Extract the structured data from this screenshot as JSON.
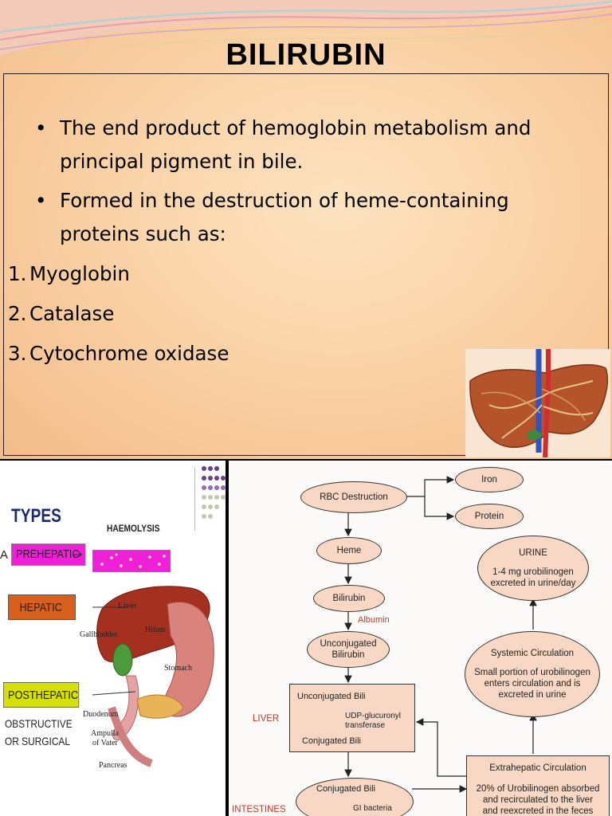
{
  "slide": {
    "title": "BILIRUBIN",
    "bullets": [
      "The end product of hemoglobin metabolism and principal pigment in bile.",
      "Formed in the destruction of heme-containing proteins such as:"
    ],
    "numbered": [
      {
        "n": "1.",
        "text": "Myoglobin"
      },
      {
        "n": "2.",
        "text": "Catalase"
      },
      {
        "n": "3.",
        "text": "Cytochrome oxidase"
      }
    ]
  },
  "types": {
    "heading": "TYPES",
    "haemolysis": "HAEMOLYSIS",
    "prefix_a": "A",
    "prehepatic": "PREHEPATIC",
    "hepatic": "HEPATIC",
    "posthepatic": "POSTHEPATIC",
    "obstructive": "OBSTRUCTIVE",
    "or_surgical": "OR SURGICAL",
    "anatomy": {
      "liver": "Liver",
      "gallbladder": "Gallbladder",
      "hilum": "Hilum",
      "stomach": "Stomach",
      "duodenum": "Duodenum",
      "ampulla": "Ampulla",
      "of_vater": "of Vater",
      "pancreas": "Pancreas"
    },
    "colors": {
      "prehepatic": "#f020d8",
      "hepatic": "#d8601c",
      "posthepatic": "#d8e000"
    }
  },
  "flow": {
    "rbc": "RBC Destruction",
    "iron": "Iron",
    "protein": "Protein",
    "heme": "Heme",
    "bilirubin": "Bilirubin",
    "albumin": "Albumin",
    "unconj1": "Unconjugated",
    "unconj2": "Bilirubin",
    "liver_label": "LIVER",
    "liver_box_top": "Unconjugated Bili",
    "udp1": "UDP-glucuronyl",
    "udp2": "transferase",
    "liver_box_bottom": "Conjugated Bili",
    "intestines": "INTESTINES",
    "conj_bili": "Conjugated Bili",
    "gi_bacteria": "GI bacteria",
    "urine_title": "URINE",
    "urine_1": "1-4 mg urobilinogen",
    "urine_2": "excreted in urine/day",
    "sys_title": "Systemic Circulation",
    "sys_1": "Small portion of urobilinogen",
    "sys_2": "enters circulation and is",
    "sys_3": "excreted in urine",
    "extra_title": "Extrahepatic Circulation",
    "extra_1": "20% of Urobilinogen absorbed",
    "extra_2": "and recirculated to the liver",
    "extra_3": "and reexcreted in the feces"
  }
}
